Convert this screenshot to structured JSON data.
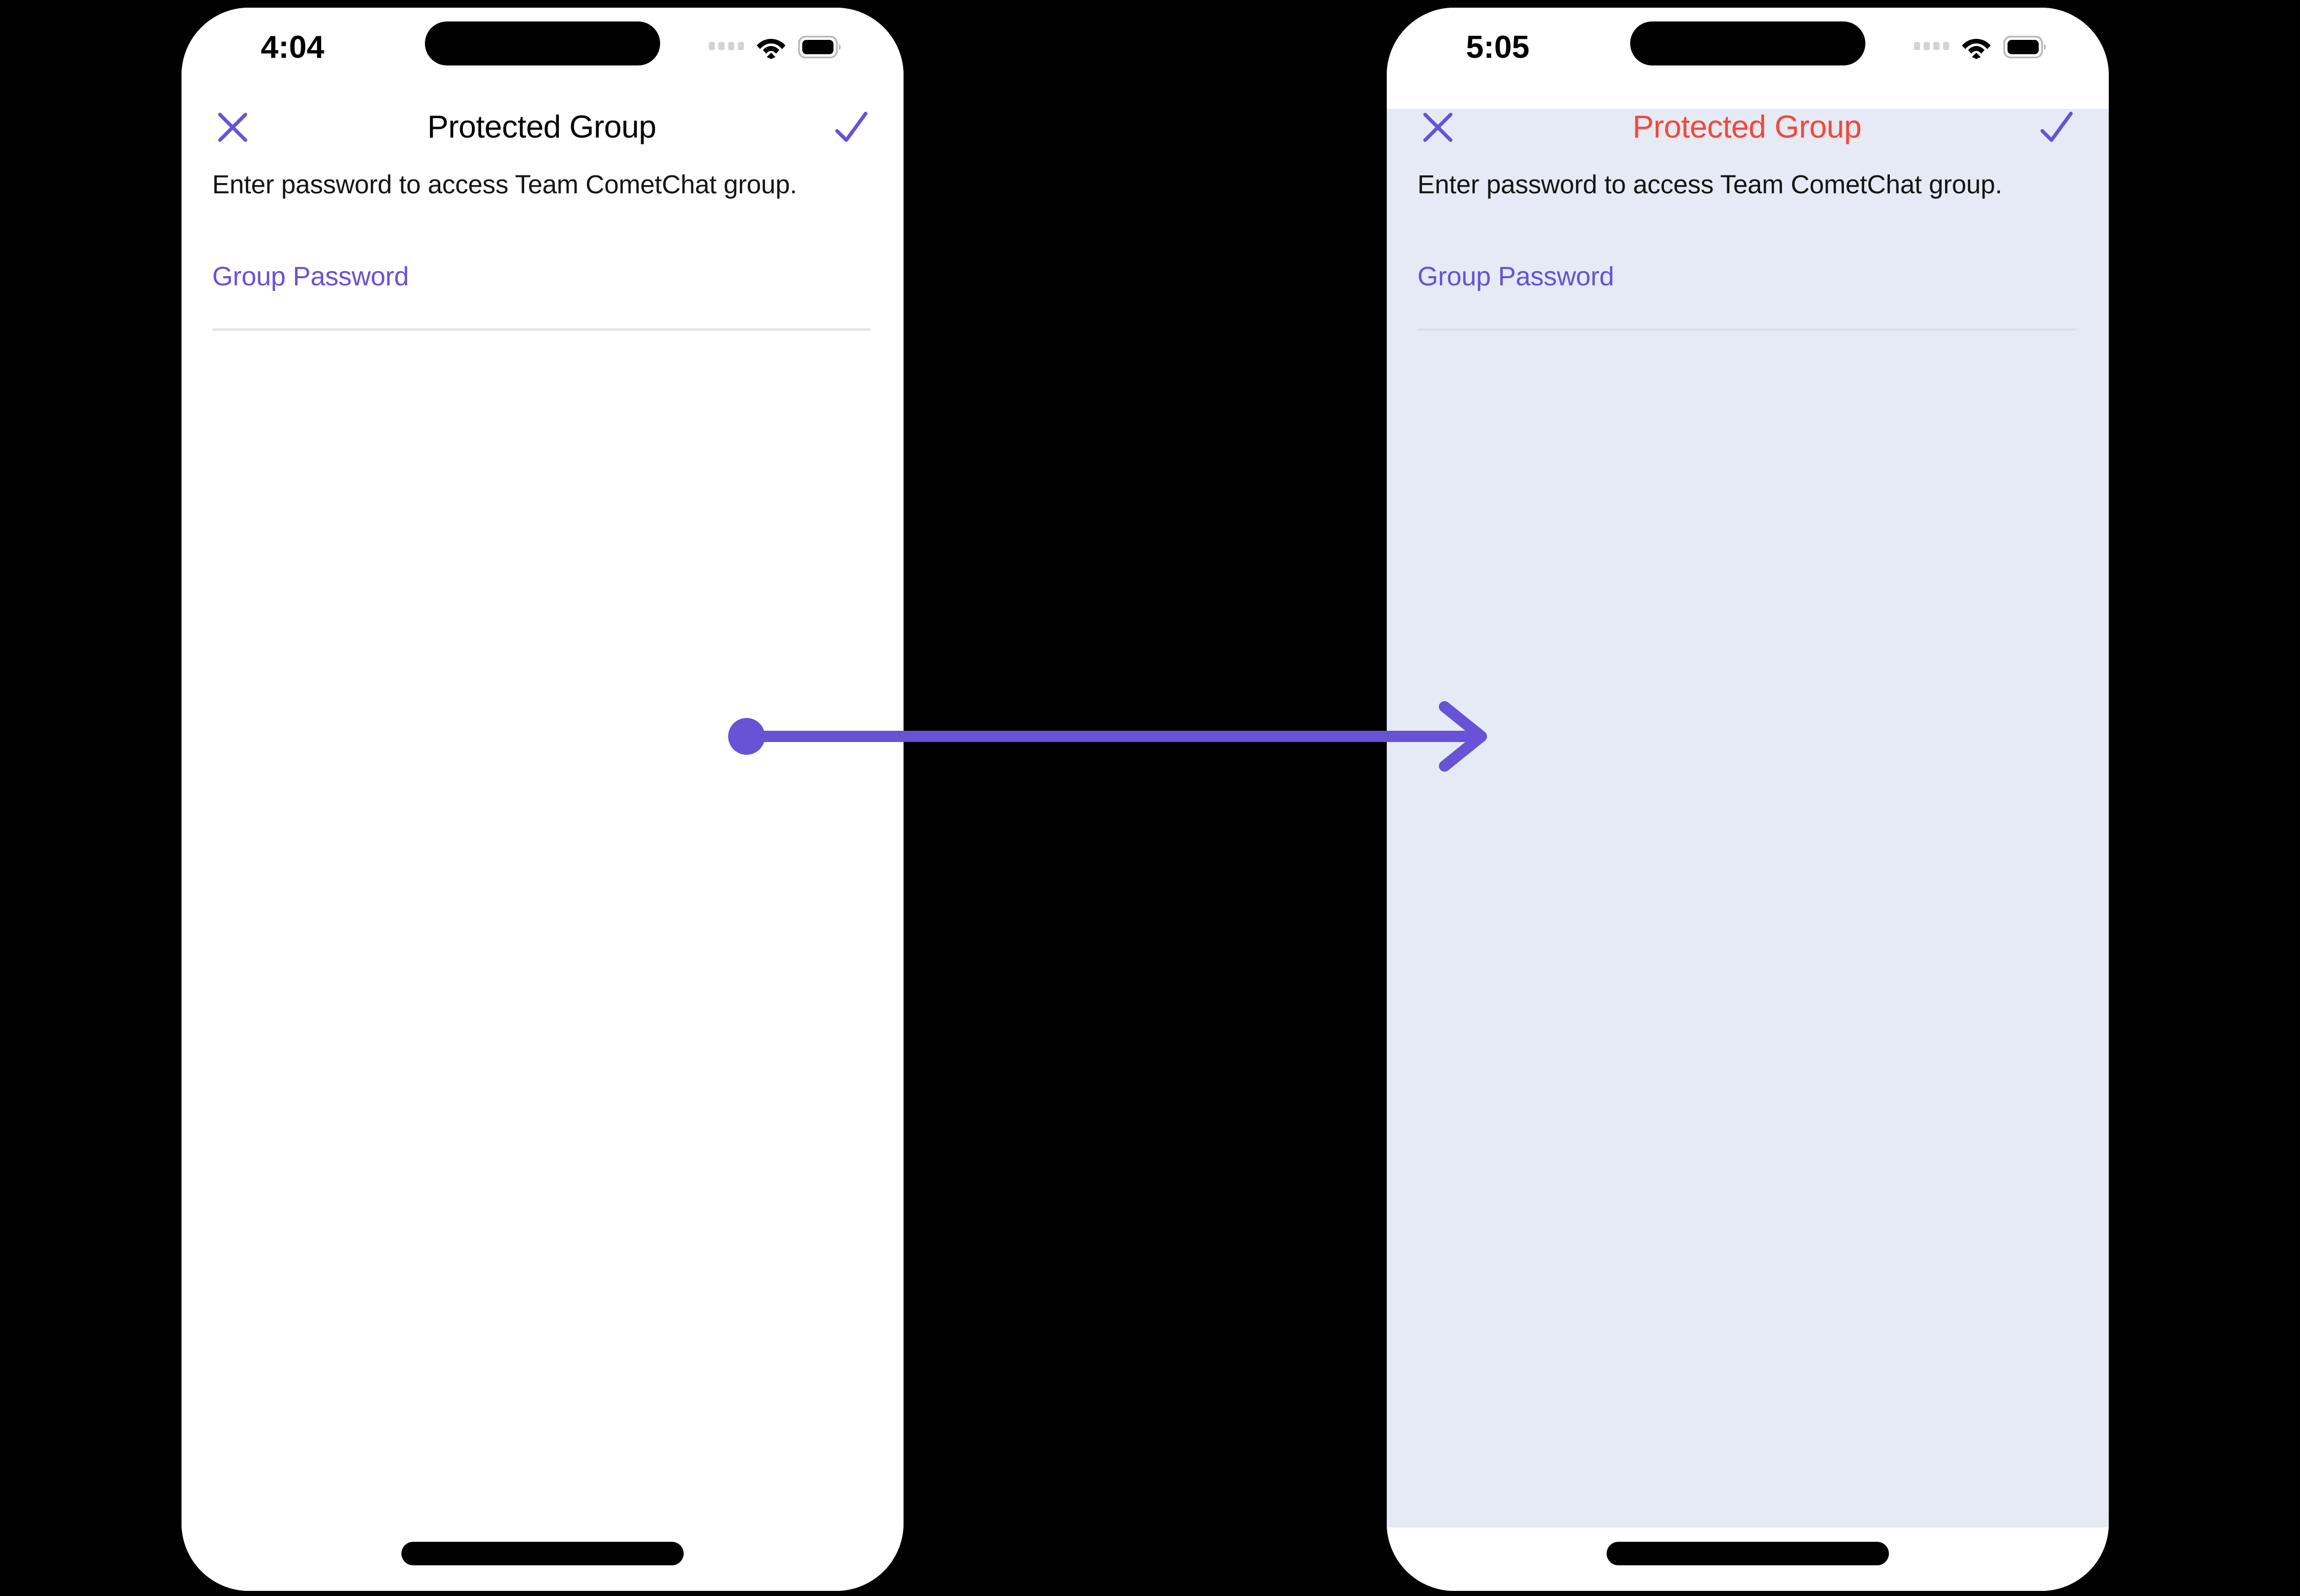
{
  "theme": {
    "accent_purple": "#6852D6",
    "error_red": "#F4483A",
    "tint_background": "#E5EAF4",
    "screen_background": "#FFFFFF",
    "canvas_background": "#000000",
    "underline_gray": "#E6E6E6"
  },
  "phones": [
    {
      "id": "before",
      "state_label": "default",
      "status_bar": {
        "time": "4:04",
        "signal_icon": "signal-dots-icon",
        "wifi_icon": "wifi-icon",
        "battery_icon": "battery-full-icon"
      },
      "navbar": {
        "close_icon": "close-icon",
        "title": "Protected Group",
        "title_color": "#000000",
        "confirm_icon": "check-icon"
      },
      "body": {
        "helper_text": "Enter password to access Team CometChat group.",
        "field": {
          "label": "Group Password",
          "value": "",
          "placeholder": ""
        }
      },
      "home_indicator": "home-indicator"
    },
    {
      "id": "after",
      "state_label": "error",
      "status_bar": {
        "time": "5:05",
        "signal_icon": "signal-dots-icon",
        "wifi_icon": "wifi-icon",
        "battery_icon": "battery-full-icon"
      },
      "navbar": {
        "close_icon": "close-icon",
        "title": "Protected Group",
        "title_color": "#F4483A",
        "confirm_icon": "check-icon"
      },
      "body": {
        "helper_text": "Enter password to access Team CometChat group.",
        "field": {
          "label": "Group Password",
          "value": "",
          "placeholder": ""
        }
      },
      "home_indicator": "home-indicator"
    }
  ],
  "annotation": {
    "type": "arrow",
    "label": "",
    "color": "#6852D6",
    "direction": "left-to-right"
  }
}
